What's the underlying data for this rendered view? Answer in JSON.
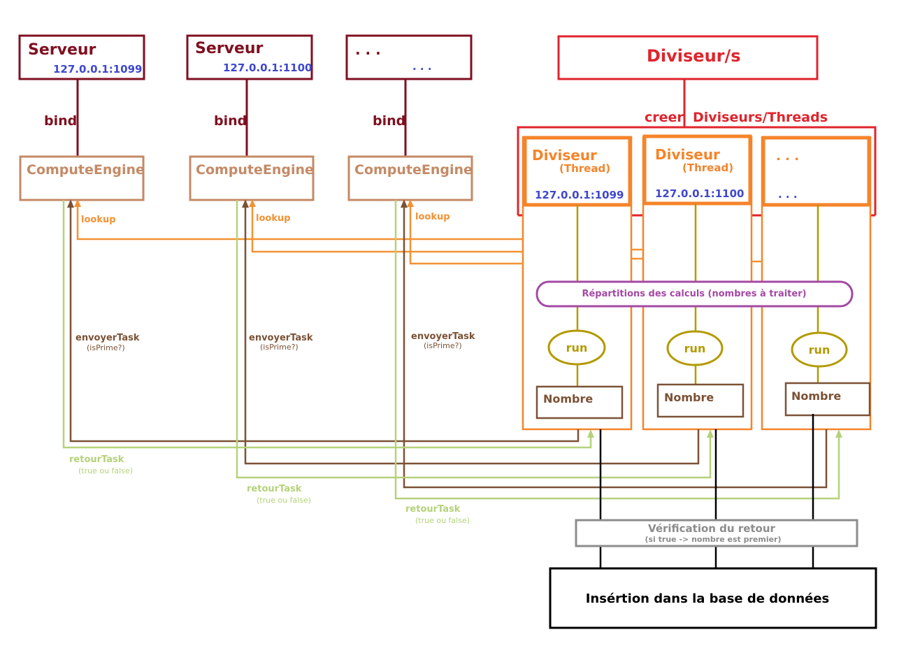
{
  "servers": [
    {
      "title": "Serveur",
      "address": "127.0.0.1:1099"
    },
    {
      "title": "Serveur",
      "address": "127.0.0.1:1100"
    },
    {
      "title": ". . .",
      "address": ". . ."
    }
  ],
  "bind_label": "bind",
  "engine_label": "ComputeEngine",
  "lookup_label": "lookup",
  "send_task": {
    "label": "envoyerTask",
    "sub": "(isPrime?)"
  },
  "return_task": {
    "label": "retourTask",
    "sub": "(true ou false)"
  },
  "divider": {
    "title": "Diviseur/s",
    "create_label": "creer  Diviseurs/Threads"
  },
  "threads": [
    {
      "title": "Diviseur",
      "sub": "(Thread)",
      "address": "127.0.0.1:1099"
    },
    {
      "title": "Diviseur",
      "sub": "(Thread)",
      "address": "127.0.0.1:1100"
    },
    {
      "title": ". . .",
      "sub": "",
      "address": ". . ."
    }
  ],
  "repartition_label": "Répartitions des calculs (nombres à traiter)",
  "run_label": "run",
  "nombre_label": "Nombre",
  "verification": {
    "title": "Vérification du retour",
    "sub": "(si true -> nombre est premier)"
  },
  "insertion_label": "Insértion dans la base de données",
  "colors": {
    "server": "#7f1020",
    "address": "#3f48cc",
    "engine": "#c48a66",
    "lookup": "#f39234",
    "send": "#7b5236",
    "return": "#b5d27a",
    "divider": "#e0242c",
    "thread": "#f5842a",
    "olive": "#b39a00",
    "purple": "#a349a4",
    "gray": "#8c8c8c"
  }
}
